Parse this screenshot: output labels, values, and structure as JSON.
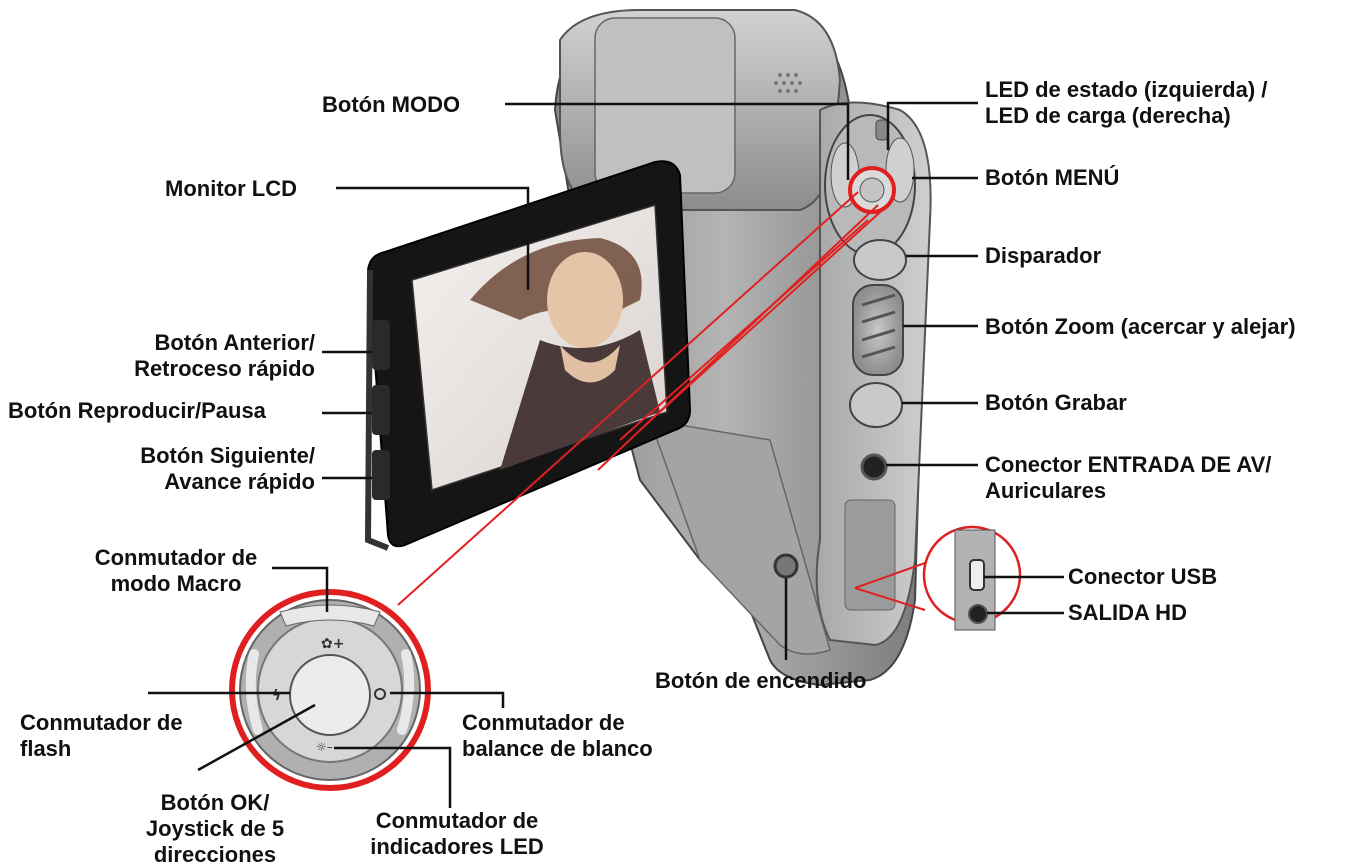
{
  "labels": {
    "mode_button": "Botón MODO",
    "status_led": [
      "LED de estado (izquierda) /",
      "LED de carga (derecha)"
    ],
    "menu_button": "Botón MENÚ",
    "lcd_monitor": "Monitor LCD",
    "shutter": "Disparador",
    "zoom_button": "Botón Zoom (acercar y alejar)",
    "prev_button": [
      "Botón Anterior/",
      "Retroceso rápido"
    ],
    "play_pause_button": "Botón Reproducir/Pausa",
    "record_button": "Botón Grabar",
    "next_button": [
      "Botón Siguiente/",
      "Avance rápido"
    ],
    "av_in_connector": [
      "Conector ENTRADA DE AV/",
      "Auriculares"
    ],
    "macro_switch": [
      "Conmutador de",
      "modo Macro"
    ],
    "usb_connector": "Conector USB",
    "hd_out": "SALIDA HD",
    "power_button": "Botón de encendido",
    "flash_switch": [
      "Conmutador de",
      "flash"
    ],
    "white_balance_switch": [
      "Conmutador de",
      "balance de blanco"
    ],
    "ok_joystick": [
      "Botón OK/",
      "Joystick de 5",
      "direcciones"
    ],
    "led_indicator_switch": [
      "Conmutador de",
      "indicadores LED"
    ]
  },
  "colors": {
    "highlight_red": "#e02020",
    "camera_body": "#9a9a9a",
    "leader_line": "#111111"
  },
  "icons": {
    "macro": "macro-flower-icon",
    "flash": "flash-bolt-icon",
    "white_balance": "white-balance-icon",
    "led": "led-light-icon"
  }
}
